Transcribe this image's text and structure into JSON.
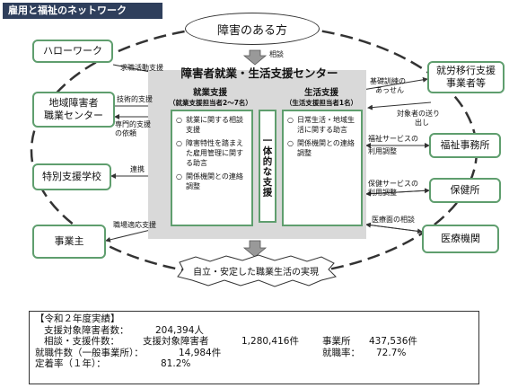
{
  "header": {
    "title": "雇用と福祉のネットワーク"
  },
  "top_node": {
    "label": "障害のある方",
    "consult": "相談"
  },
  "center": {
    "title": "障害者就業・生活支援センター",
    "job": {
      "title": "就業支援",
      "sub": "（就業支援担当者2〜7名）",
      "items": [
        "就業に関する相談支援",
        "障害特性を踏まえた雇用管理に関する助言",
        "関係機関との連絡調整"
      ]
    },
    "middle": "一体的な支援",
    "life": {
      "title": "生活支援",
      "sub": "（生活支援担当者1名）",
      "items": [
        "日常生活・地域生活に関する助言",
        "関係機関との連絡調整"
      ]
    }
  },
  "left_nodes": {
    "hello_work": "ハローワーク",
    "voc_center_l1": "地域障害者",
    "voc_center_l2": "職業センター",
    "special_school": "特別支援学校",
    "employer": "事業主"
  },
  "right_nodes": {
    "transition_l1": "就労移行支援",
    "transition_l2": "事業者等",
    "welfare_office": "福祉事務所",
    "health_center": "保健所",
    "medical": "医療機関"
  },
  "left_labels": {
    "job_search": "求職活動支援",
    "tech_support": "技術的支援",
    "pro_l1": "専門的支援",
    "pro_l2": "の依頼",
    "coop": "連携",
    "adapt": "職場適応支援"
  },
  "right_labels": {
    "basic_l1": "基礎訓練の",
    "basic_l2": "あっせん",
    "send_l1": "対象者の送り",
    "send_l2": "出し",
    "welfare_l1": "福祉サービスの",
    "welfare_l2": "利用調整",
    "health_l1": "保健サービスの",
    "health_l2": "利用調整",
    "medical_consult": "医療面の相談"
  },
  "bottom": {
    "label": "自立・安定した職業生活の実現"
  },
  "summary": {
    "title": "【令和２年度実績】",
    "line1_label": "支援対象障害者数：",
    "line1_value": "204,394人",
    "line2_label": "相談・支援件数：",
    "line2_mid": "支援対象障害者",
    "line2_mid_value": "1,280,416件",
    "line2_right": "事業所",
    "line2_right_value": "437,536件",
    "line3_label": "就職件数（一般事業所）：",
    "line3_value": "14,984件",
    "line3_right": "就職率：",
    "line3_right_value": "72.7%",
    "line4_label": "定着率（１年）：",
    "line4_value": "81.2%"
  },
  "colors": {
    "header": "#2f3f5c",
    "box_border": "#5f9e6e",
    "center_bg": "#d9d9d9"
  }
}
